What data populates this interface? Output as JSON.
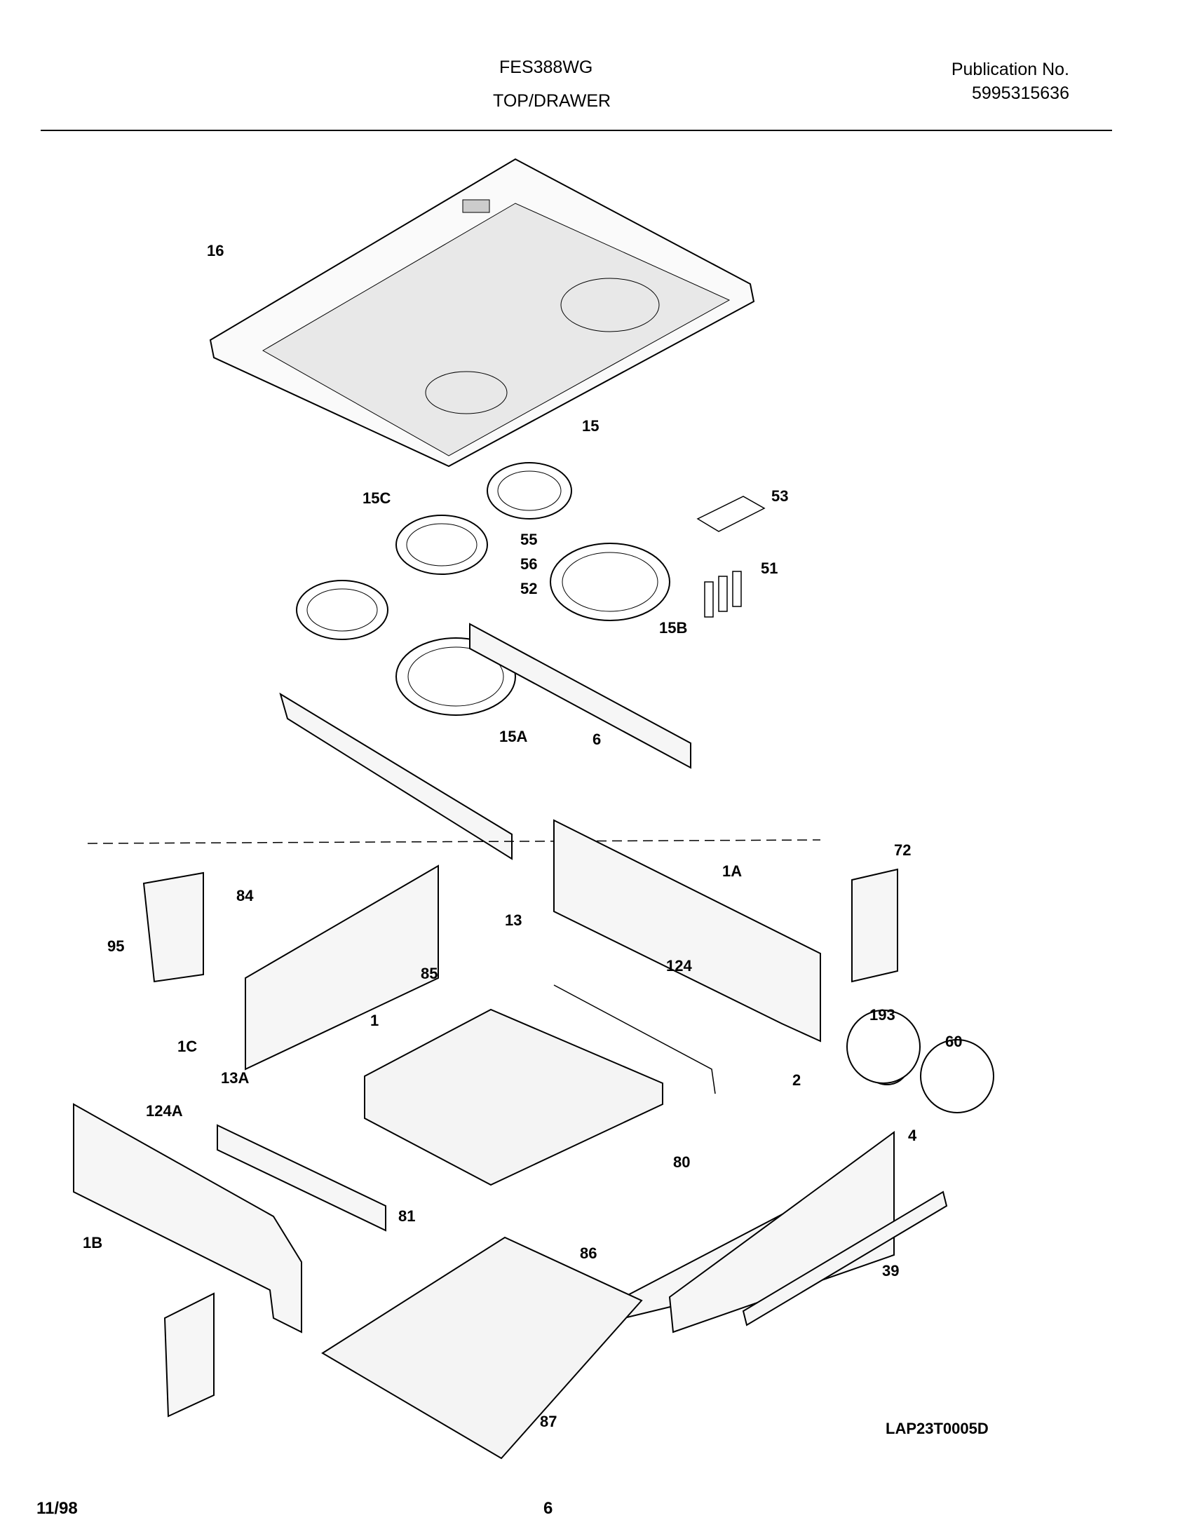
{
  "header": {
    "model": "FES388WG",
    "section": "TOP/DRAWER",
    "publication_label": "Publication No.",
    "publication_number": "5995315636"
  },
  "part_labels": [
    "16",
    "15",
    "15C",
    "53",
    "55",
    "56",
    "52",
    "51",
    "15B",
    "15A",
    "6",
    "72",
    "1A",
    "84",
    "95",
    "13",
    "124",
    "85",
    "193",
    "1",
    "60",
    "1C",
    "13A",
    "124A",
    "2",
    "4",
    "80",
    "81",
    "86",
    "39",
    "1B",
    "87"
  ],
  "diagram_code": "LAP23T0005D",
  "footer": {
    "date": "11/98",
    "page": "6"
  }
}
